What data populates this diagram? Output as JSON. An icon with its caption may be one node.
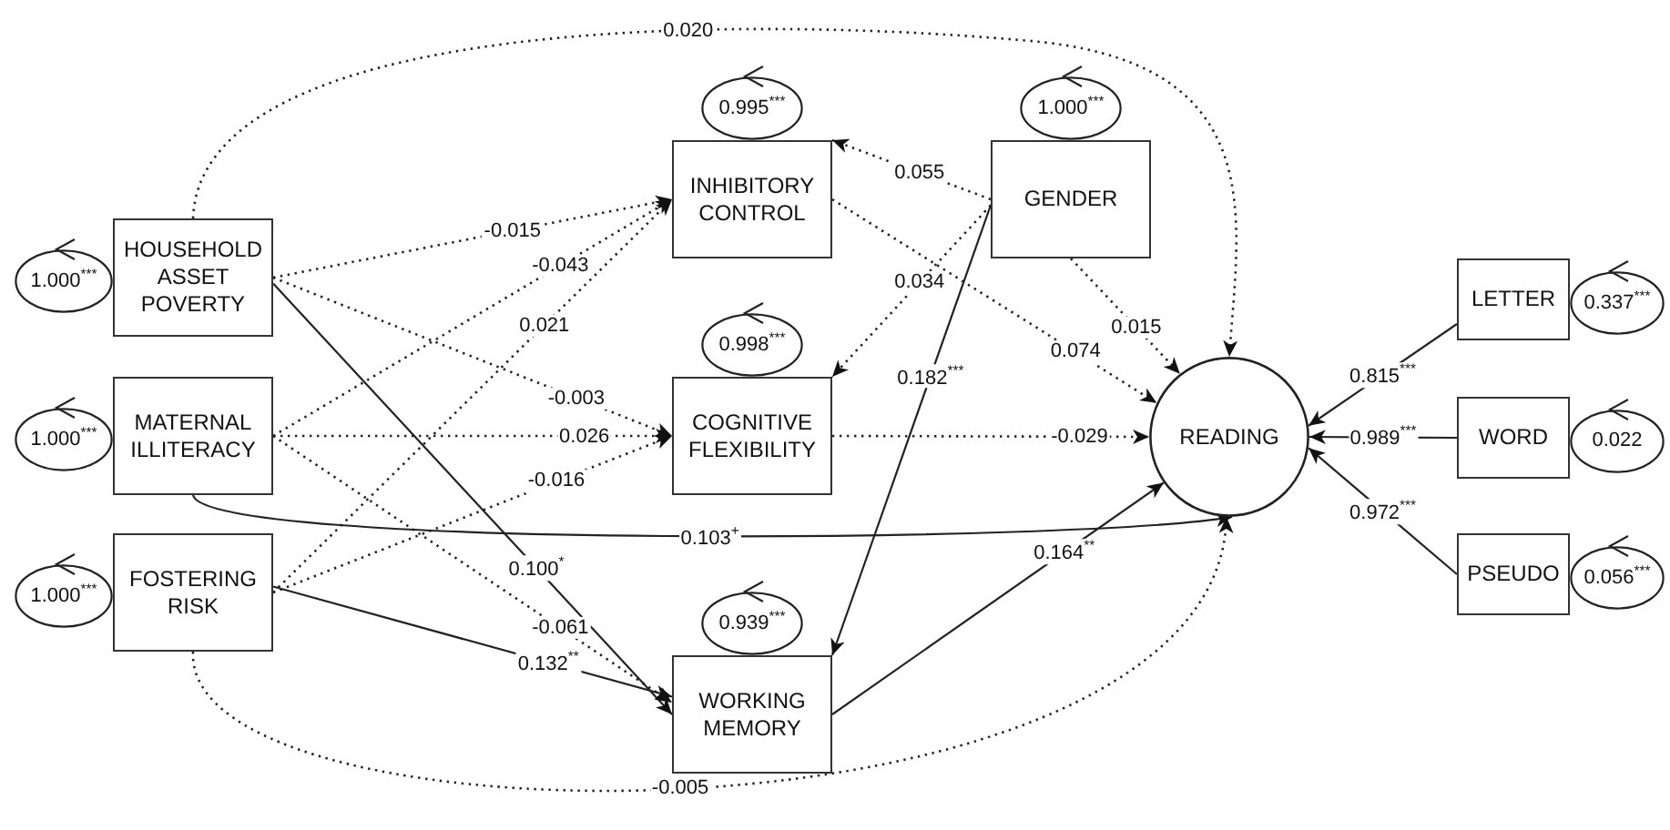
{
  "diagram": {
    "nodes": [
      {
        "text": [
          "HOUSEHOLD ASSET POVERTY"
        ]
      },
      {
        "text": [
          "MATERNAL ILLITERACY"
        ]
      },
      {
        "text": [
          "FOSTERING RISK"
        ]
      },
      {
        "text": [
          "INHIBITORY CONTROL"
        ]
      },
      {
        "text": [
          "COGNITIVE FLEXIBILITY"
        ]
      },
      {
        "text": [
          "WORKING MEMORY"
        ]
      },
      {
        "text": [
          "GENDER"
        ]
      },
      {
        "text": [
          "READING"
        ]
      },
      {
        "text": [
          "LETTER"
        ]
      },
      {
        "text": [
          "WORD"
        ]
      },
      {
        "text": [
          "PSEUDO"
        ]
      },
      {
        "text": [
          "1.000$^{***}$"
        ]
      },
      {
        "text": [
          "1.000$^{***}$"
        ]
      },
      {
        "text": [
          "1.000$^{***}$"
        ]
      },
      {
        "text": [
          "0.995$^{***}$"
        ]
      },
      {
        "text": [
          "0.998$^{***}$"
        ]
      },
      {
        "text": [
          "0.939$^{***}$"
        ]
      },
      {
        "text": [
          "1.000$^{***}$"
        ]
      },
      {
        "text": [
          "0.337$^{***}$"
        ]
      },
      {
        "text": [
          "0.022"
        ]
      },
      {
        "text": [
          "0.056$^{***}$"
        ]
      }
    ],
    "edges": [
      {
        "from": 0,
        "to": 3,
        "arrow": "to",
        "label": "-0.015",
        "style": "dashed"
      },
      {
        "from": 0,
        "to": 4,
        "arrow": "to",
        "label": "-0.003",
        "style": "dashed"
      },
      {
        "from": 0,
        "to": 5,
        "arrow": "to",
        "label": "0.100$^{*}$"
      },
      {
        "from": 1,
        "to": 3,
        "arrow": "to",
        "label": "-0.043",
        "style": "dashed"
      },
      {
        "from": 1,
        "to": 4,
        "arrow": "to",
        "label": "0.026",
        "style": "dashed"
      },
      {
        "from": 1,
        "to": 5,
        "arrow": "to",
        "label": "-0.061",
        "style": "dashed"
      },
      {
        "from": 1,
        "to": 7,
        "arrow": "to",
        "label": "0.103$^{+}$"
      },
      {
        "from": 2,
        "to": 3,
        "arrow": "to",
        "label": "0.021",
        "style": "dashed"
      },
      {
        "from": 2,
        "to": 4,
        "arrow": "to",
        "label": "-0.016",
        "style": "dashed"
      },
      {
        "from": 2,
        "to": 5,
        "arrow": "to",
        "label": "0.132$^{**}$"
      },
      {
        "from": 6,
        "to": 3,
        "arrow": "to",
        "label": "0.055",
        "style": "dashed"
      },
      {
        "from": 6,
        "to": 4,
        "arrow": "to",
        "label": "0.034",
        "style": "dashed"
      },
      {
        "from": 6,
        "to": 5,
        "arrow": "to",
        "label": "0.182$^{***}$"
      },
      {
        "from": 6,
        "to": 7,
        "arrow": "to",
        "label": "0.015",
        "style": "dashed"
      },
      {
        "from": 3,
        "to": 7,
        "arrow": "to",
        "label": "0.074",
        "style": "dashed"
      },
      {
        "from": 4,
        "to": 7,
        "arrow": "to",
        "label": "-0.029",
        "style": "dashed"
      },
      {
        "from": 5,
        "to": 7,
        "arrow": "to",
        "label": "0.164$^{**}$"
      },
      {
        "from": 0,
        "to": 7,
        "arrow": "to",
        "label": "0.020",
        "style": "dashed"
      },
      {
        "from": 2,
        "to": 7,
        "arrow": "to",
        "label": "-0.005",
        "style": "dashed"
      },
      {
        "from": 8,
        "to": 7,
        "arrow": "to",
        "label": "0.815$^{***}$"
      },
      {
        "from": 9,
        "to": 7,
        "arrow": "to",
        "label": "0.989$^{***}$"
      },
      {
        "from": 10,
        "to": 7,
        "arrow": "to",
        "label": "0.972$^{***}$"
      }
    ]
  }
}
